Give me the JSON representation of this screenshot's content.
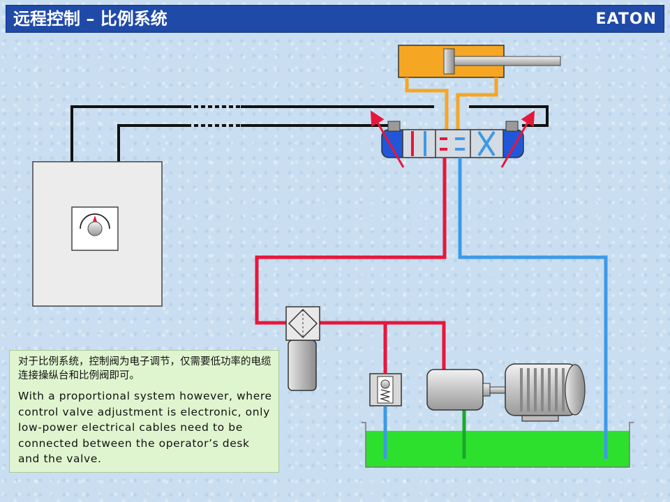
{
  "header": {
    "title": "远程控制 – 比例系统",
    "logo_text": "EATON"
  },
  "colors": {
    "title_bar": "#1f4aa8",
    "pressure_line": "#e8163a",
    "return_line": "#3d9ae6",
    "tank_oil": "#2ee02e",
    "cylinder": "#f5a623",
    "valve_solenoid": "#2156d8",
    "cable": "#111111",
    "text_panel": "#dff5cf"
  },
  "info_panel": {
    "chinese_text": "对于比例系统，控制阀为电子调节，仅需要低功率的电缆连接操纵台和比例阀即可。",
    "english_text": "With a proportional system however, where control valve adjustment is electronic, only low-power electrical cables need to be connected between the operator’s desk and the valve."
  },
  "components": [
    {
      "id": "control-desk",
      "icon": "operator-desk-with-dial"
    },
    {
      "id": "control-dial",
      "icon": "potentiometer-dial-icon"
    },
    {
      "id": "hydraulic-cylinder",
      "icon": "double-acting-cylinder"
    },
    {
      "id": "proportional-valve",
      "icon": "proportional-directional-valve"
    },
    {
      "id": "left-solenoid",
      "icon": "proportional-solenoid"
    },
    {
      "id": "right-solenoid",
      "icon": "proportional-solenoid"
    },
    {
      "id": "pressure-filter",
      "icon": "filter-icon"
    },
    {
      "id": "relief-valve",
      "icon": "relief-valve-icon"
    },
    {
      "id": "pump",
      "icon": "hydraulic-pump"
    },
    {
      "id": "electric-motor",
      "icon": "electric-motor"
    },
    {
      "id": "oil-tank",
      "icon": "reservoir"
    }
  ]
}
